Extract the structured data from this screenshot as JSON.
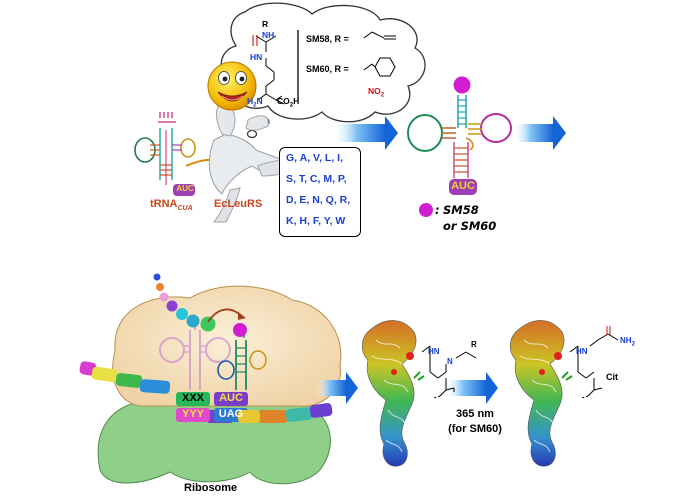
{
  "colors": {
    "sm_ball": "#d21ed2",
    "arrow": "#1e7ee8",
    "label_orange": "#c9461c",
    "aa_text": "#1a3fd1",
    "ribosome_top": "#f3e0c0",
    "ribosome_bottom": "#8fcf8a"
  },
  "top_left": {
    "trna_label": "tRNA",
    "trna_sub": "CUA",
    "enzyme_label": "EcLeuRS",
    "anticodon": "AUC"
  },
  "cloud": {
    "r_group_label": "R",
    "nh_top": "NH",
    "hn": "HN",
    "h2n": "H",
    "h2n_sub": "2",
    "h2n_n": "N",
    "co2h": "CO",
    "co2h_sub": "2",
    "co2h_h": "H",
    "sm58_def": "SM58, R =",
    "sm60_def": "SM60, R =",
    "no2": "NO",
    "no2_sub": "2"
  },
  "amino_acids": [
    "G, A, V, L, I,",
    "S, T, C, M, P,",
    "D, E, N, Q, R,",
    "K, H, F, Y, W"
  ],
  "top_right": {
    "anticodon": "AUC",
    "legend_prefix": ":",
    "legend_line1": "SM58",
    "legend_line2": "or SM60"
  },
  "bottom": {
    "ribosome_label": "Ribosome",
    "codon_xxx": "XXX",
    "codon_yyy": "YYY",
    "codon_auc": "AUC",
    "codon_uag": "UAG",
    "step_label_1": "365 nm",
    "step_label_2": "(for SM60)",
    "struct1_hn": "HN",
    "struct1_nh": "N",
    "struct1_r": "R",
    "struct2_nh2": "NH",
    "struct2_nh2_sub": "2",
    "struct2_hn": "HN",
    "cit_label": "Cit"
  }
}
